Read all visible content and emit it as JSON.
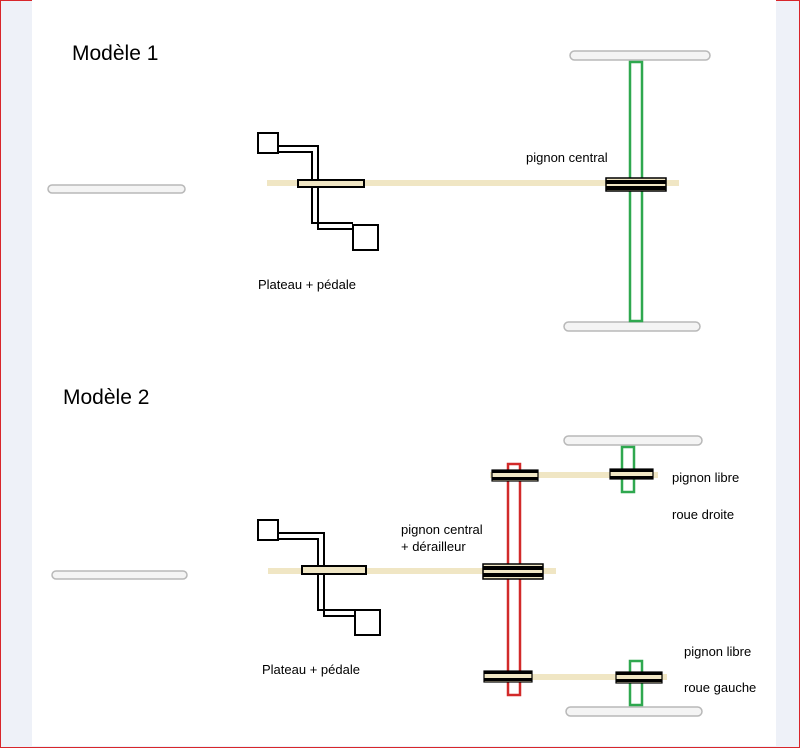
{
  "model1": {
    "title": "Modèle 1",
    "label_sprocket": "pignon central",
    "label_crank": "Plateau + pédale"
  },
  "model2": {
    "title": "Modèle 2",
    "label_sprocket_line1": "pignon central",
    "label_sprocket_line2": "+ dérailleur",
    "label_crank": "Plateau + pédale",
    "label_free_right": "pignon libre",
    "label_wheel_right": "roue droite",
    "label_free_left": "pignon libre",
    "label_wheel_left": "roue gauche"
  },
  "colors": {
    "axle": "#f0e6c4",
    "wheel_fill": "#f4f4f4",
    "wheel_stroke": "#b8b8b8",
    "chain_green": "#2fa84f",
    "chain_red": "#d22a2a",
    "frame": "#d8262b"
  }
}
